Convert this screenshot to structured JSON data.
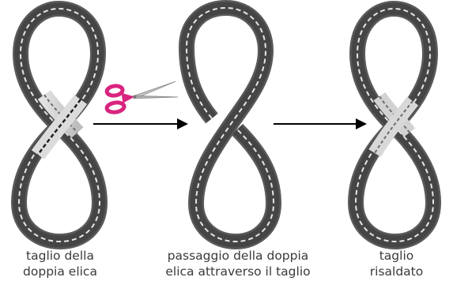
{
  "figure": {
    "captions": {
      "cut": "taglio della\ndoppia elica",
      "pass": "passaggio della doppia\nelica attraverso il taglio",
      "resealed": "taglio\nrisaldato"
    },
    "colors": {
      "band_dark": "#4a4a4a",
      "band_light": "#cfcfcf",
      "helix": "#ececec",
      "scissors_handle": "#d9247e",
      "scissors_blade": "#b8b8b8",
      "arrow": "#000000",
      "caption_text": "#3a3a3a"
    },
    "icons": [
      "scissors-icon",
      "arrow-right-icon"
    ]
  }
}
